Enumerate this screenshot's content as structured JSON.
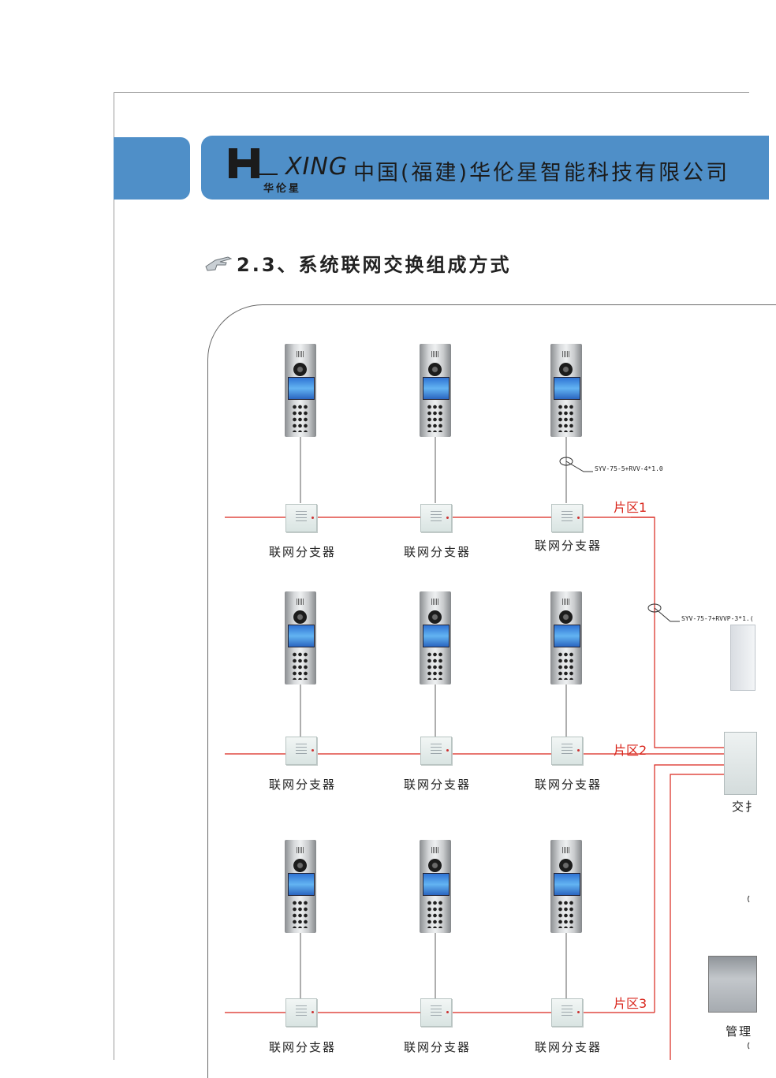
{
  "header": {
    "logo_xing": "XING",
    "logo_cn": "华伦星",
    "company": "中国(福建)华伦星智能科技有限公司",
    "brand_color": "#4f8fc8"
  },
  "section": {
    "title": "2.3、系统联网交换组成方式"
  },
  "diagram": {
    "splitter_label": "联网分支器",
    "zones": [
      "片区1",
      "片区2",
      "片区3"
    ],
    "cable_1": "SYV-75-5+RVV-4*1.0",
    "cable_2": "SYV-75-7+RVVP-3*1.(",
    "switch_label": "交扌",
    "manage_label": "管理",
    "wire_color": "#d9261c"
  }
}
